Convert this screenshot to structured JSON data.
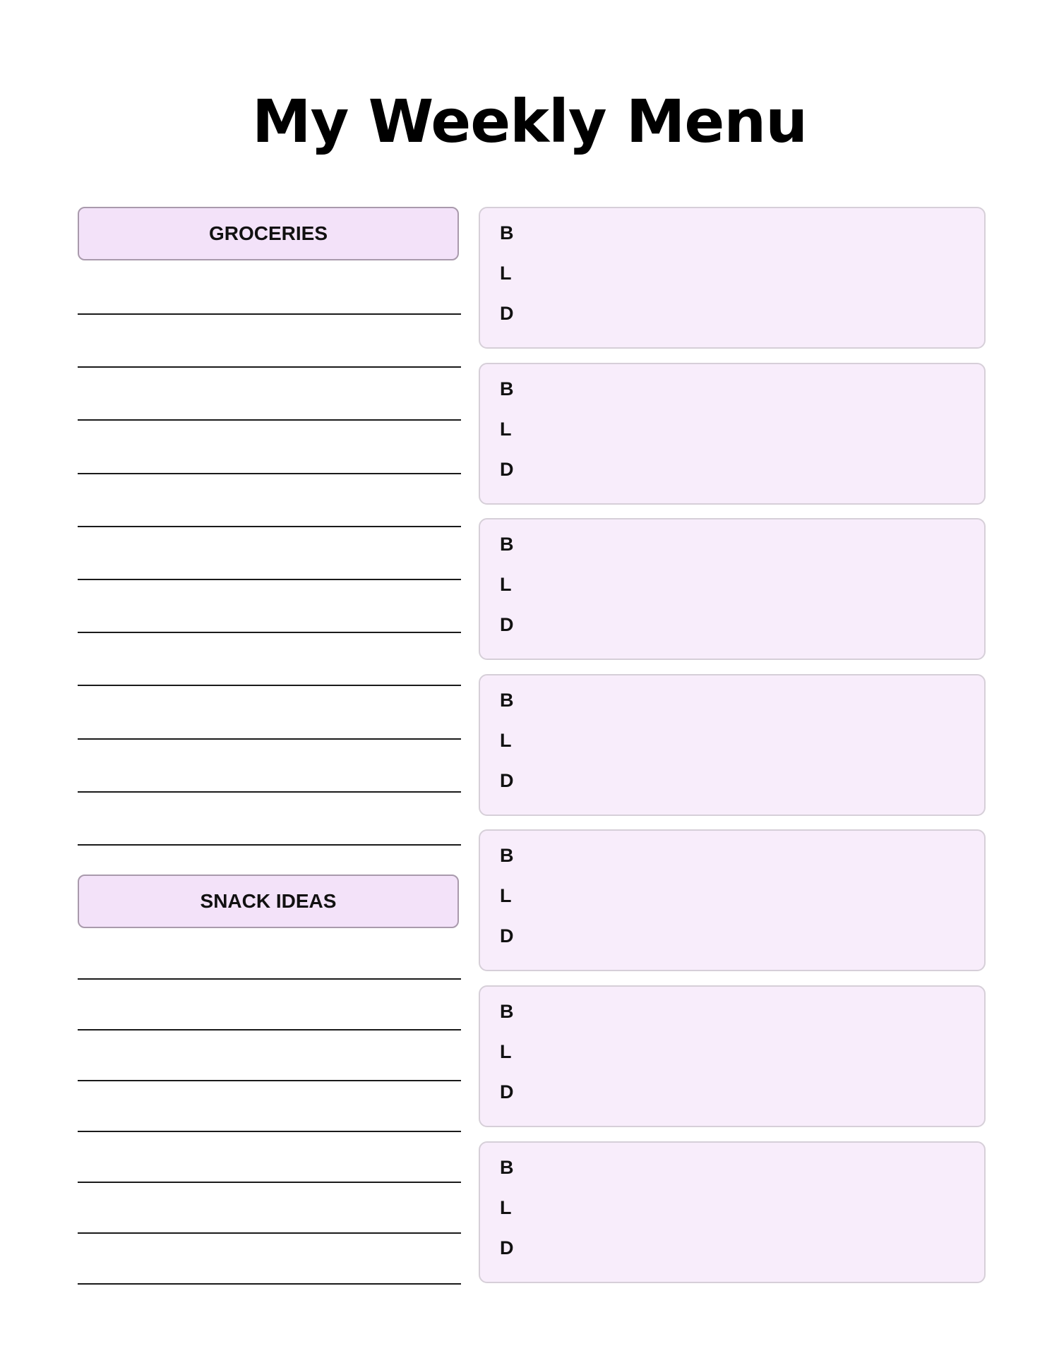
{
  "title": "My Weekly Menu",
  "groceries": {
    "header": "GROCERIES",
    "line_count": 11
  },
  "snacks": {
    "header": "SNACK IDEAS",
    "line_count": 7
  },
  "meal_labels": {
    "breakfast": "B",
    "lunch": "L",
    "dinner": "D"
  },
  "day_count": 7,
  "colors": {
    "header_fill": "#f3e2f9",
    "day_box_fill": "#f8edfb",
    "rule_line": "#1a1a1a"
  }
}
